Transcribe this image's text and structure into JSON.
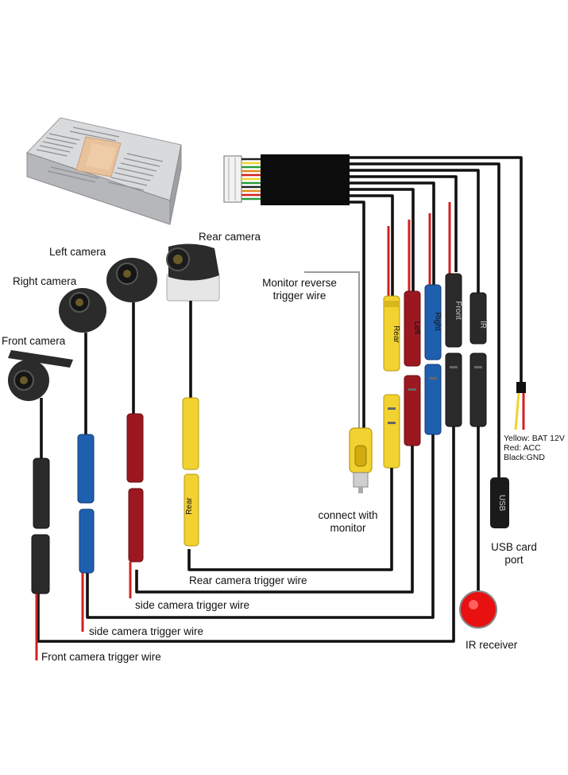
{
  "cameras": {
    "rear": "Rear camera",
    "left": "Left camera",
    "right": "Right camera",
    "front": "Front camera"
  },
  "wires": {
    "monitor_reverse": [
      "Monitor reverse",
      "trigger wire"
    ],
    "rear_trigger": "Rear camera trigger wire",
    "side_trigger_1": "side camera trigger wire",
    "side_trigger_2": "side camera trigger wire",
    "front_trigger": "Front camera trigger wire"
  },
  "monitor": [
    "connect with",
    "monitor"
  ],
  "usb": [
    "USB card",
    "port"
  ],
  "ir": "IR receiver",
  "power": [
    "Yellow: BAT 12V",
    "Red: ACC",
    "Black:GND"
  ],
  "plug_labels": {
    "rear": "Rear",
    "left": "Left",
    "right": "Right",
    "front": "Front",
    "ir": "IR",
    "usb": "USB"
  },
  "colors": {
    "wire": "#111111",
    "red_wire": "#d42020",
    "yellow_plug": "#f2d230",
    "red_plug": "#9c1820",
    "blue_plug": "#1f5fb0",
    "black_plug": "#2a2a2a",
    "ir_led": "#e81010"
  }
}
